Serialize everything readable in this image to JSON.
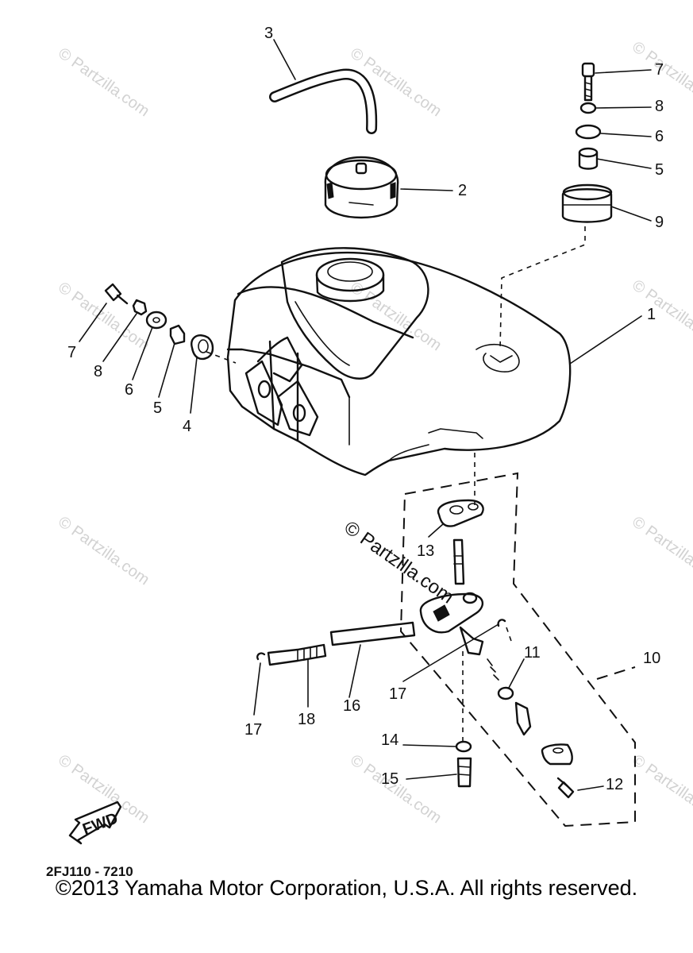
{
  "watermark": "© Partzilla.com",
  "center_watermark": "© Partzilla.com",
  "fwd_label": "FWD",
  "diagram_code": "2FJ110 - 7210",
  "copyright": "©2013  Yamaha Motor Corporation, U.S.A. All rights reserved.",
  "callouts": [
    "1",
    "2",
    "3",
    "4",
    "5",
    "6",
    "7",
    "8",
    "9",
    "10",
    "11",
    "12",
    "13",
    "14",
    "15",
    "16",
    "17",
    "18"
  ],
  "labels": {
    "n1": "1",
    "n2": "2",
    "n3": "3",
    "n4": "4",
    "n5_left": "5",
    "n5_right": "5",
    "n6_left": "6",
    "n6_right": "6",
    "n7_left": "7",
    "n7_right": "7",
    "n8_left": "8",
    "n8_right": "8",
    "n9": "9",
    "n10": "10",
    "n11": "11",
    "n12": "12",
    "n13": "13",
    "n14": "14",
    "n15": "15",
    "n16": "16",
    "n17_left": "17",
    "n17_right": "17",
    "n18": "18"
  }
}
